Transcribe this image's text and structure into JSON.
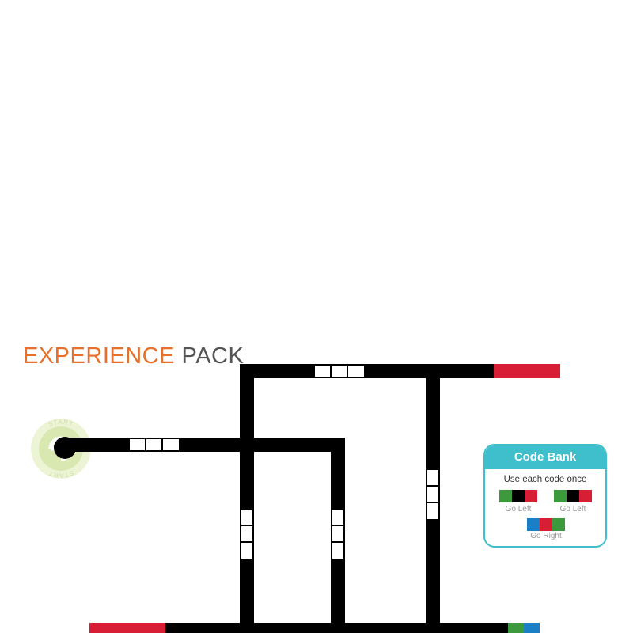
{
  "title": {
    "accent": "EXPERIENCE",
    "rest": "PACK"
  },
  "start_label": "START",
  "code_bank": {
    "title": "Code Bank",
    "instruction": "Use each code once",
    "codes": [
      {
        "label": "Go Left",
        "colors": [
          "#3d9a3c",
          "#000000",
          "#d81e34"
        ]
      },
      {
        "label": "Go Left",
        "colors": [
          "#3d9a3c",
          "#000000",
          "#d81e34"
        ]
      },
      {
        "label": "Go Right",
        "colors": [
          "#1a7fc4",
          "#d81e34",
          "#3d9a3c"
        ]
      }
    ]
  },
  "colors": {
    "track": "#000000",
    "end_cap_red": "#d81e34",
    "end_cap_green": "#3d9a3c",
    "end_cap_blue": "#1a7fc4",
    "code_bank_accent": "#3fbfcc",
    "start_badge": "#d8e8b0"
  }
}
